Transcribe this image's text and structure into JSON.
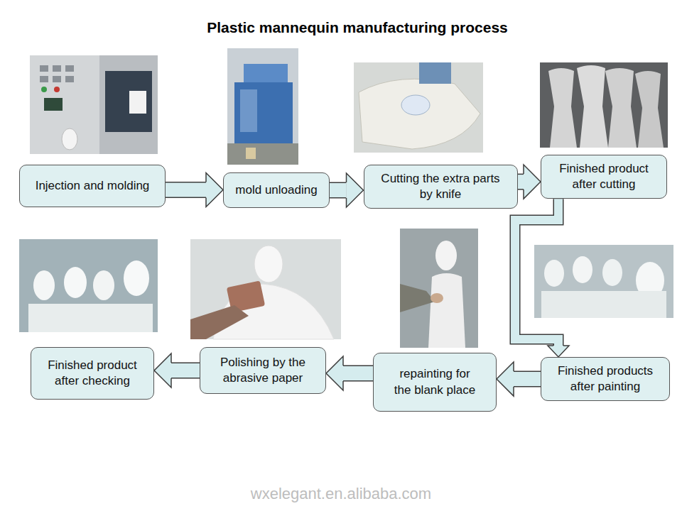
{
  "diagram": {
    "title": "Plastic mannequin manufacturing process",
    "nodes": [
      {
        "text": [
          "Injection and molding"
        ]
      },
      {
        "text": [
          "mold unloading"
        ]
      },
      {
        "text": [
          "Cutting the extra parts by knife"
        ]
      },
      {
        "text": [
          "Finished product after cutting"
        ]
      },
      {
        "text": [
          "Finished products after painting"
        ]
      },
      {
        "text": [
          "repainting for the blank place"
        ]
      },
      {
        "text": [
          "Polishing by the abrasive paper"
        ]
      },
      {
        "text": [
          "Finished product after checking"
        ]
      }
    ],
    "edges": [
      {
        "from": 0,
        "to": 1,
        "arrow": "to"
      },
      {
        "from": 1,
        "to": 2,
        "arrow": "to"
      },
      {
        "from": 2,
        "to": 3,
        "arrow": "to"
      },
      {
        "from": 3,
        "to": 4,
        "arrow": "to"
      },
      {
        "from": 4,
        "to": 5,
        "arrow": "to"
      },
      {
        "from": 5,
        "to": 6,
        "arrow": "to"
      },
      {
        "from": 6,
        "to": 7,
        "arrow": "to"
      }
    ],
    "labels": [
      "wxelegant.en.alibaba.com"
    ]
  }
}
